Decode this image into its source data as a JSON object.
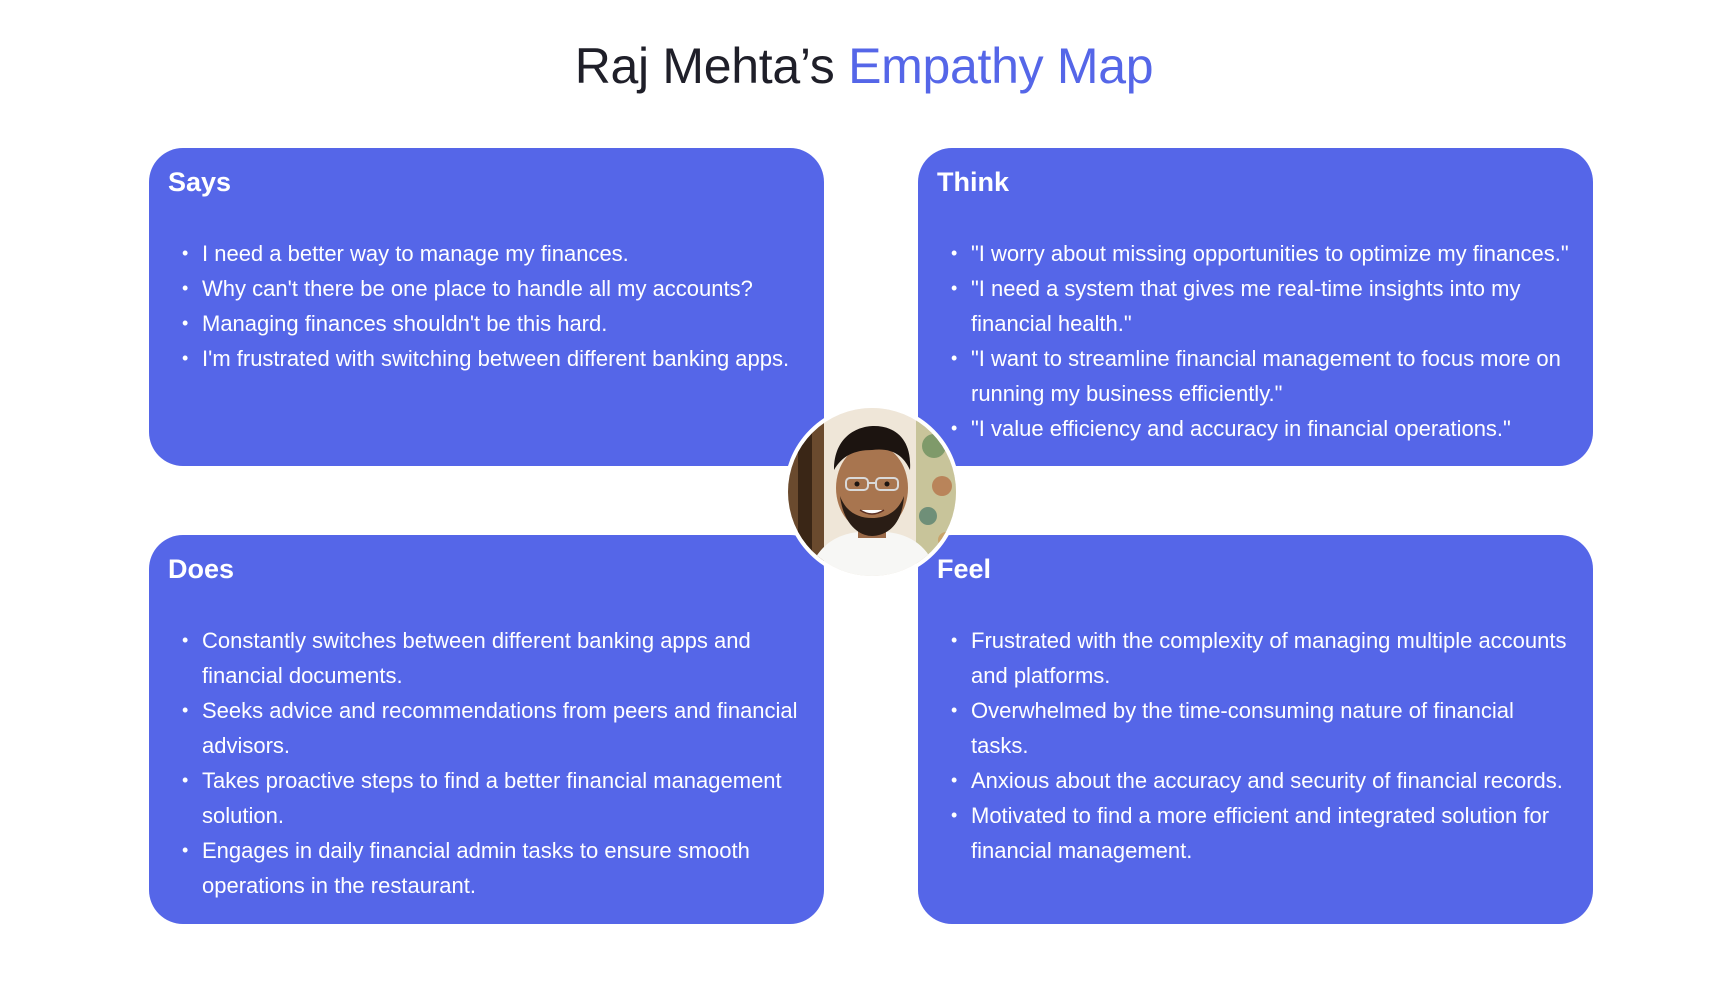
{
  "title": {
    "name_part": "Raj Mehta’s",
    "accent_part": "Empathy Map"
  },
  "colors": {
    "accent": "#5566e8",
    "text": "#1f1f29",
    "card_text": "#ffffff"
  },
  "quadrants": {
    "says": {
      "heading": "Says",
      "items": [
        "I need a better way to manage my finances.",
        "Why can't there be one place to handle all my accounts?",
        "Managing finances shouldn't be this hard.",
        "I'm frustrated with switching between different banking apps."
      ]
    },
    "think": {
      "heading": "Think",
      "items": [
        "\"I worry about missing opportunities to optimize my finances.\"",
        "\"I need a system that gives me real-time insights into my financial health.\"",
        "\"I want to streamline financial management to focus more on running my business efficiently.\"",
        "\"I value efficiency and accuracy in financial operations.\""
      ]
    },
    "does": {
      "heading": "Does",
      "items": [
        "Constantly switches between different banking apps and financial documents.",
        "Seeks advice and recommendations from peers and financial advisors.",
        "Takes proactive steps to find a better financial management solution.",
        "Engages in daily financial admin tasks to ensure smooth operations in the restaurant."
      ]
    },
    "feel": {
      "heading": "Feel",
      "items": [
        "Frustrated with the complexity of managing multiple accounts and platforms.",
        "Overwhelmed by the time-consuming nature of financial tasks.",
        "Anxious about the accuracy and security of financial records.",
        "Motivated to find a more efficient and integrated solution for financial management."
      ]
    }
  }
}
